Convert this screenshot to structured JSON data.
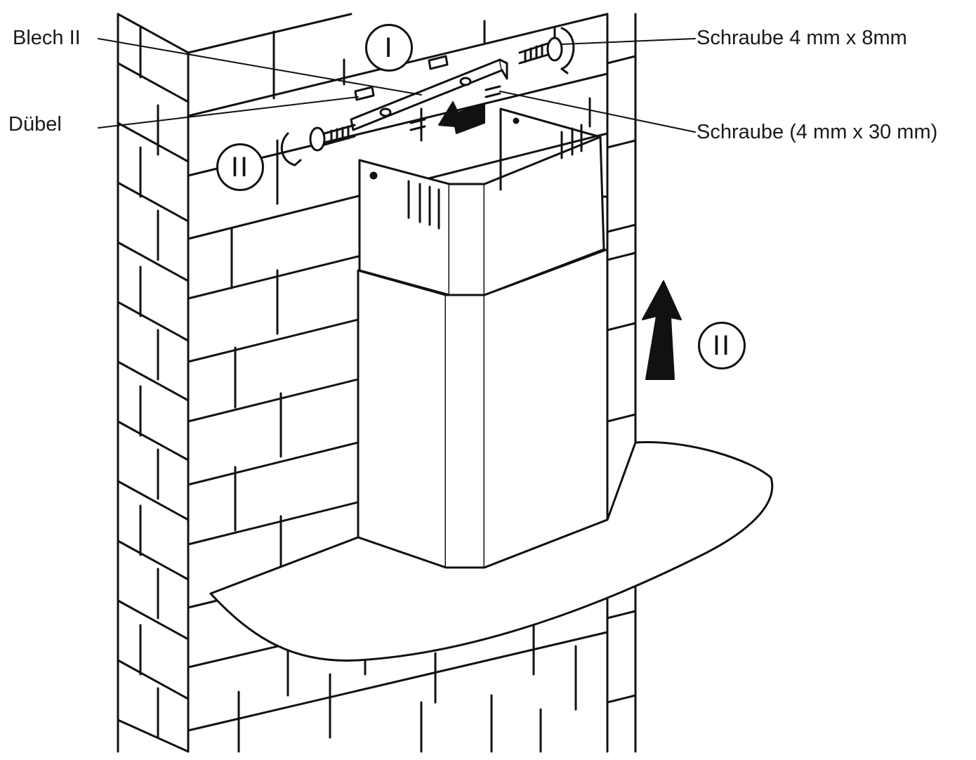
{
  "labels": {
    "blech": "Blech II",
    "duebel": "Dübel",
    "schraube_small": "Schraube 4 mm x 8mm",
    "schraube_large": "Schraube (4 mm x 30 mm)"
  },
  "callouts": {
    "step_one": "I",
    "step_two_top": "II",
    "step_two_side": "II"
  },
  "colors": {
    "ink": "#111111",
    "paper": "#ffffff"
  }
}
